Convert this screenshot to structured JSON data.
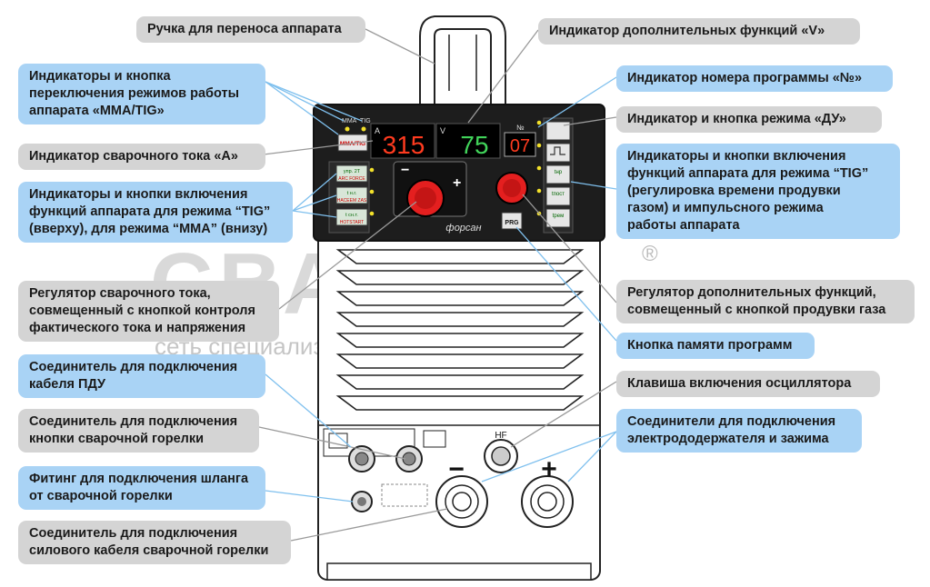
{
  "callouts": {
    "handle": "Ручка для переноса аппарата",
    "mode_switch": "Индикаторы и кнопка\nпереключения режимов работы\nаппарата «MMA/TIG»",
    "current_indicator": "Индикатор сварочного тока «А»",
    "tig_mma_functions": "Индикаторы и кнопки включения\nфункций аппарата для режима “TIG”\n(вверху), для режима “MMA” (внизу)",
    "current_regulator": "Регулятор сварочного тока,\nсовмещенный с кнопкой контроля\nфактического тока и напряжения",
    "remote_connector": "Соединитель для подключения\nкабеля ПДУ",
    "torch_button_connector": "Соединитель для подключения\nкнопки сварочной горелки",
    "gas_fitting": "Фитинг для подключения шланга\nот сварочной горелки",
    "power_cable_connector": "Соединитель для подключения\nсилового кабеля сварочной горелки",
    "v_indicator": "Индикатор дополнительных функций «V»",
    "program_no_indicator": "Индикатор номера программы «№»",
    "remote_mode": "Индикатор и кнопка режима «ДУ»",
    "tig_pulse_functions": "Индикаторы и кнопки включения\nфункций аппарата для режима “TIG”\n(регулировка времени продувки\nгазом) и импульсного режима\nработы аппарата",
    "extra_regulator": "Регулятор дополнительных функций,\nсовмещенный с кнопкой продувки газа",
    "program_memory": "Кнопка памяти программ",
    "oscillator_key": "Клавиша включения осциллятора",
    "output_connectors": "Соединители для подключения\nэлектрододержателя и зажима"
  },
  "panel": {
    "mma_label": "MMA",
    "tig_label": "TIG",
    "mode_button": "MMA/TIG",
    "amp_unit": "A",
    "amp_value": "315",
    "volt_unit": "V",
    "volt_value": "75",
    "prog_symbol": "№",
    "prog_value": "07",
    "btn1_top": "упр. 2Т",
    "btn1_bottom": "ARC FORCE",
    "btn2_top": "t н.г.",
    "btn2_bottom": "HACEEM ZAS",
    "btn3_top": "t сн.т.",
    "btn3_bottom": "HOTSTART",
    "minus_sign": "−",
    "plus_sign": "+",
    "brand": "форсан",
    "prg_button": "PRG",
    "hf_label": "HF",
    "pulse_t1": "tнр",
    "pulse_t2": "tпост",
    "pulse_t3": "tрем",
    "neg_terminal": "−",
    "pos_terminal": "+"
  },
  "watermark": {
    "brand": "СВАРЫЧ",
    "tagline": "сеть специализированных магазинов",
    "registered": "®"
  },
  "colors": {
    "callout_gray": "#d4d4d4",
    "callout_blue": "#a9d3f5",
    "knob_red": "#e41f1f",
    "led_yellow": "#f3e12a",
    "display_red": "#ff3b1f",
    "display_green": "#41d35a",
    "leader_gray": "#9a9a9a",
    "leader_blue": "#7fc0ee"
  }
}
